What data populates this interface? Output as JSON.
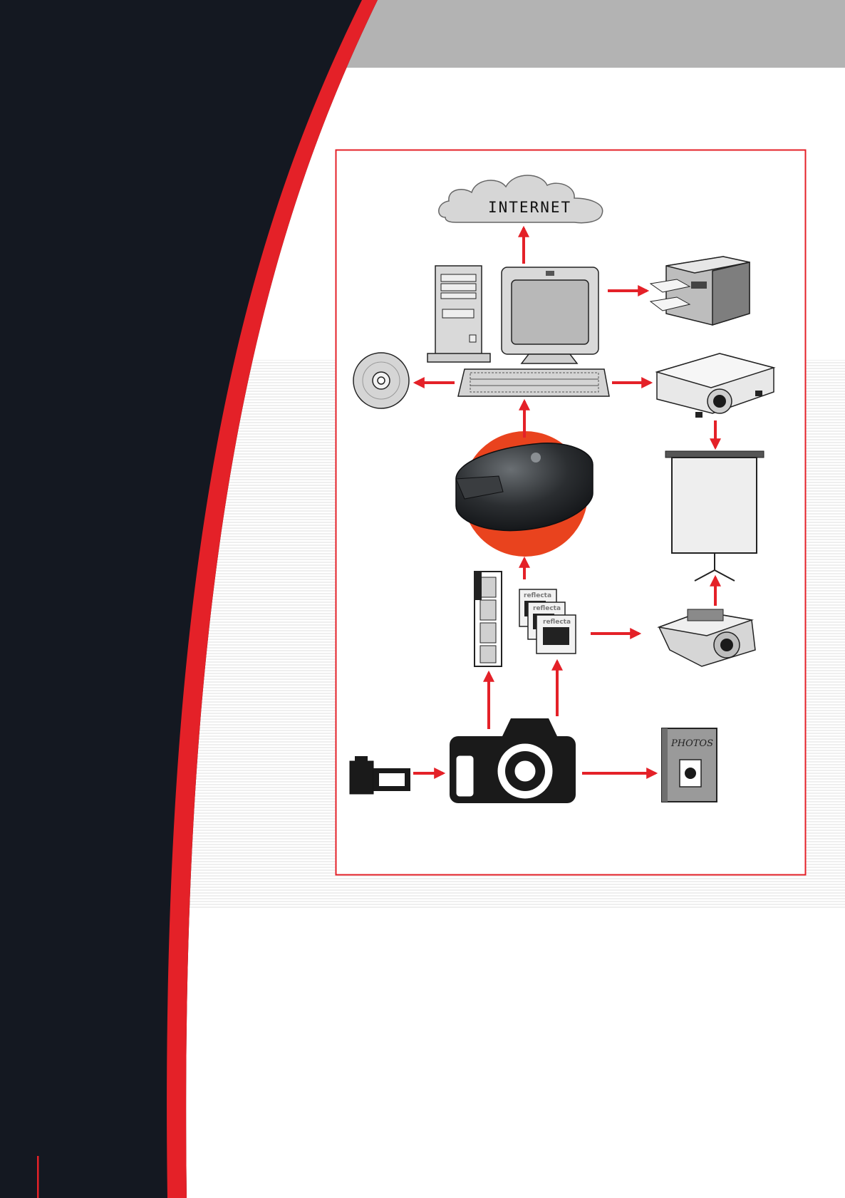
{
  "colors": {
    "dark_band": "#141821",
    "red_accent": "#e42128",
    "header_grey": "#b3b3b3",
    "frame_red": "#e42128",
    "scanner_disc": "#e9431e"
  },
  "diagram": {
    "nodes": [
      {
        "id": "internet",
        "label": "INTERNET",
        "icon": "cloud-icon"
      },
      {
        "id": "pc-tower",
        "icon": "pc-tower-icon"
      },
      {
        "id": "monitor",
        "icon": "monitor-icon"
      },
      {
        "id": "keyboard",
        "icon": "keyboard-icon"
      },
      {
        "id": "printer",
        "icon": "laser-printer-icon"
      },
      {
        "id": "cd",
        "icon": "cd-disc-icon"
      },
      {
        "id": "beamer",
        "icon": "digital-projector-icon"
      },
      {
        "id": "screen",
        "icon": "projection-screen-icon"
      },
      {
        "id": "scanner",
        "icon": "film-scanner-icon"
      },
      {
        "id": "negative-strip",
        "icon": "film-strip-icon"
      },
      {
        "id": "slides",
        "icon": "slide-mounts-icon",
        "labels": [
          "reflecta",
          "reflecta",
          "reflecta"
        ]
      },
      {
        "id": "slide-projector",
        "icon": "slide-projector-icon"
      },
      {
        "id": "camera",
        "icon": "slr-camera-icon"
      },
      {
        "id": "film-roll",
        "icon": "film-cartridge-icon"
      },
      {
        "id": "photo-album",
        "label": "PHOTOS",
        "icon": "photo-album-icon"
      }
    ],
    "edges": [
      {
        "from": "monitor",
        "to": "internet"
      },
      {
        "from": "monitor",
        "to": "printer"
      },
      {
        "from": "keyboard",
        "to": "cd"
      },
      {
        "from": "keyboard",
        "to": "beamer"
      },
      {
        "from": "beamer",
        "to": "screen"
      },
      {
        "from": "scanner",
        "to": "keyboard"
      },
      {
        "from": "slides",
        "to": "scanner"
      },
      {
        "from": "slides",
        "to": "slide-projector"
      },
      {
        "from": "slide-projector",
        "to": "screen"
      },
      {
        "from": "camera",
        "to": "negative-strip"
      },
      {
        "from": "camera",
        "to": "slides"
      },
      {
        "from": "film-roll",
        "to": "camera"
      },
      {
        "from": "camera",
        "to": "photo-album"
      }
    ]
  }
}
